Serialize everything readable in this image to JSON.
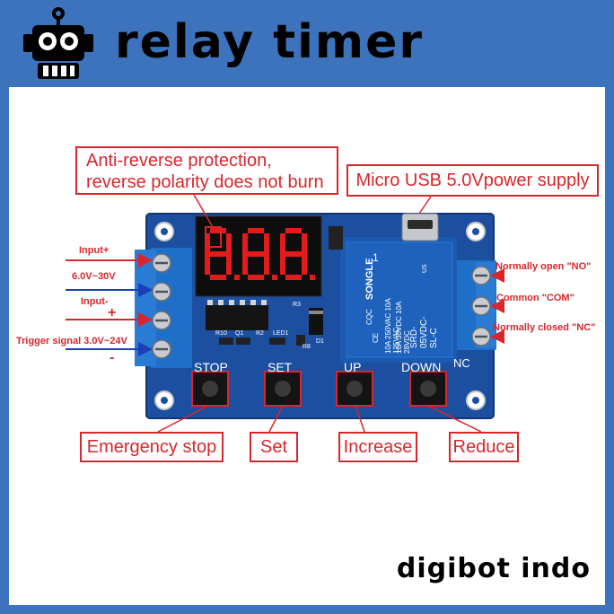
{
  "header": {
    "brand": "relay timer",
    "brand_color": "#3d72bd"
  },
  "footer": {
    "brand": "digibot indo"
  },
  "callouts": {
    "anti_reverse_line1": "Anti-reverse protection,",
    "anti_reverse_line2": "reverse polarity does not burn",
    "usb": "Micro USB 5.0Vpower supply",
    "emergency_stop": "Emergency stop",
    "set": "Set",
    "increase": "Increase",
    "reduce": "Reduce"
  },
  "left_labels": {
    "input_plus": "Input+",
    "voltage": "6.0V~30V",
    "input_minus": "Input-",
    "plus_sign": "+",
    "trigger": "Trigger signal  3.0V~24V",
    "minus_sign": "-"
  },
  "right_labels": {
    "no": "Normally open \"NO\"",
    "com": "Common \"COM\"",
    "nc": "Normally closed \"NC\""
  },
  "board": {
    "buttons": [
      "STOP",
      "SET",
      "UP",
      "DOWN"
    ],
    "nc_mark": "NC",
    "display_digits": "8.8.8.",
    "components": {
      "r10": "R10",
      "q1": "Q1",
      "r2": "R2",
      "led1": "LED1",
      "r8": "R8",
      "d1": "D1",
      "r3": "R3"
    },
    "relay": {
      "brand": "SONGLE",
      "model": "SRD-05VDC-SL-C",
      "rating1": "10A 250VAC   10A 125VAC",
      "rating2": "10A 30VDC   10A 28VDC",
      "mark_ce": "CE",
      "mark_cqc": "CQC",
      "mark_ul": "US",
      "pin": "1"
    }
  }
}
